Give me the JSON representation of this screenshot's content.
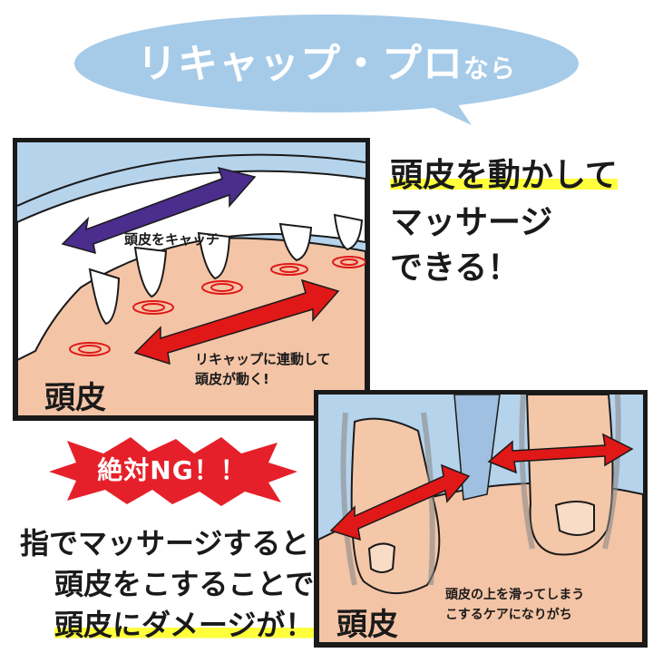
{
  "header": {
    "title_main": "リキャップ・プロ",
    "title_suffix": "なら"
  },
  "panel_top": {
    "catch_label": "頭皮をキャッチ",
    "move_label_line1": "リキャップに連動して",
    "move_label_line2": "頭皮が動く!",
    "scalp_label": "頭皮"
  },
  "right_copy": {
    "line1": "頭皮を動かして",
    "line2": "マッサージ",
    "line3": "できる！"
  },
  "warning": {
    "badge": "絶対NG！！"
  },
  "left_copy": {
    "line1": "指でマッサージすると",
    "line2": "頭皮をこすることで",
    "line3": "頭皮にダメージが！"
  },
  "panel_bottom": {
    "caption_line1": "頭皮の上を滑ってしまう",
    "caption_line2": "こするケアになりがち",
    "scalp_label": "頭皮"
  },
  "colors": {
    "bubble": "#a6cbe9",
    "sky": "#b6d3ec",
    "scalp": "#f4c4a6",
    "skin": "#f3c7a8",
    "purple_arrow": "#4a2d8c",
    "red_arrow": "#e01818",
    "highlight": "#ffff3c",
    "ng_badge": "#e5202a"
  }
}
